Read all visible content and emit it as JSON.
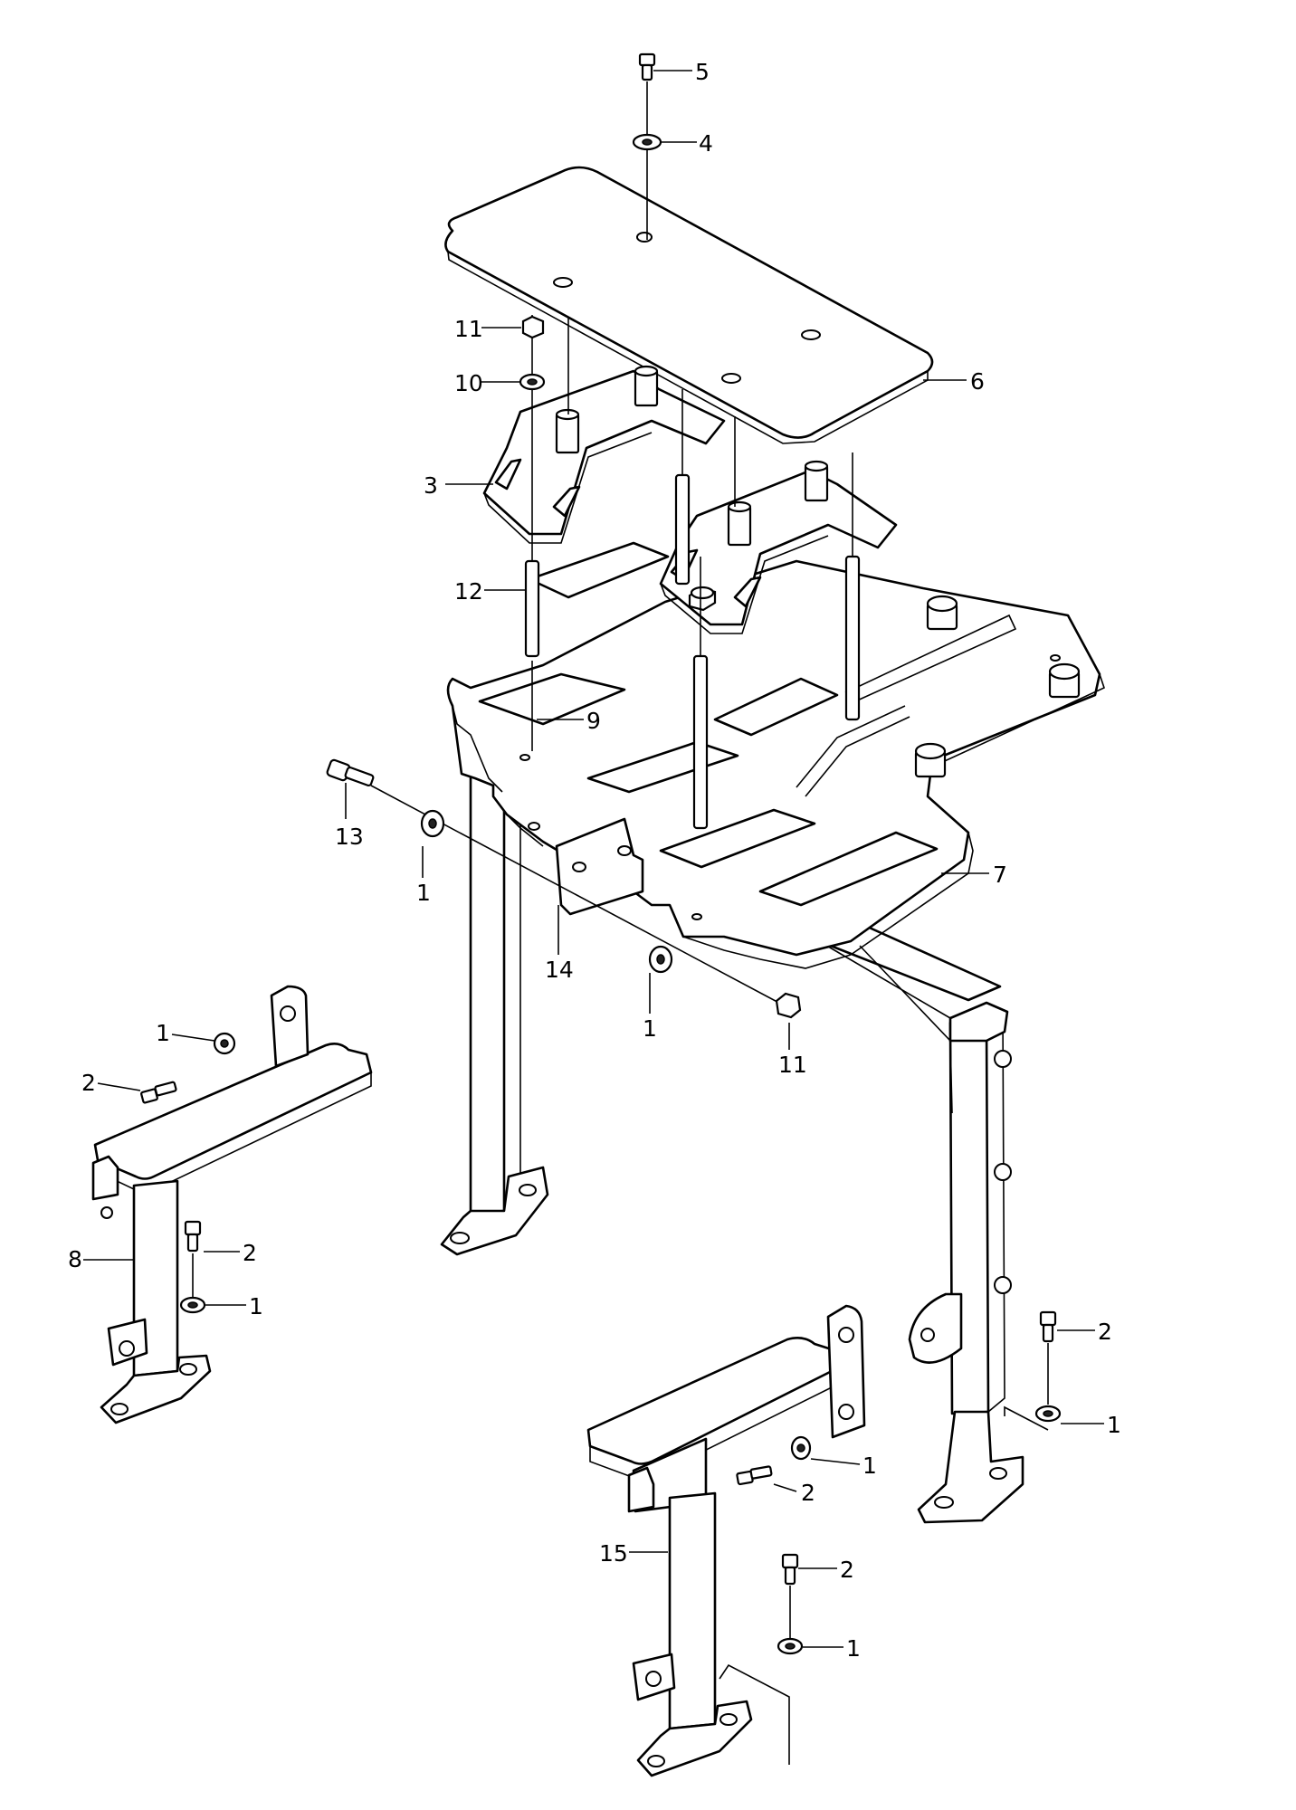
{
  "diagram": {
    "callouts": [
      {
        "id": "c5",
        "label": "5"
      },
      {
        "id": "c4",
        "label": "4"
      },
      {
        "id": "c6",
        "label": "6"
      },
      {
        "id": "c11a",
        "label": "11"
      },
      {
        "id": "c10",
        "label": "10"
      },
      {
        "id": "c3",
        "label": "3"
      },
      {
        "id": "c12",
        "label": "12"
      },
      {
        "id": "c9",
        "label": "9"
      },
      {
        "id": "c13",
        "label": "13"
      },
      {
        "id": "c1a",
        "label": "1"
      },
      {
        "id": "c7",
        "label": "7"
      },
      {
        "id": "c14",
        "label": "14"
      },
      {
        "id": "c1b",
        "label": "1"
      },
      {
        "id": "c11b",
        "label": "11"
      },
      {
        "id": "c1c",
        "label": "1"
      },
      {
        "id": "c2a",
        "label": "2"
      },
      {
        "id": "c8",
        "label": "8"
      },
      {
        "id": "c2b",
        "label": "2"
      },
      {
        "id": "c1d",
        "label": "1"
      },
      {
        "id": "c2c",
        "label": "2"
      },
      {
        "id": "c1e",
        "label": "1"
      },
      {
        "id": "c1f",
        "label": "1"
      },
      {
        "id": "c2d",
        "label": "2"
      },
      {
        "id": "c15",
        "label": "15"
      },
      {
        "id": "c2e",
        "label": "2"
      },
      {
        "id": "c1g",
        "label": "1"
      }
    ]
  }
}
